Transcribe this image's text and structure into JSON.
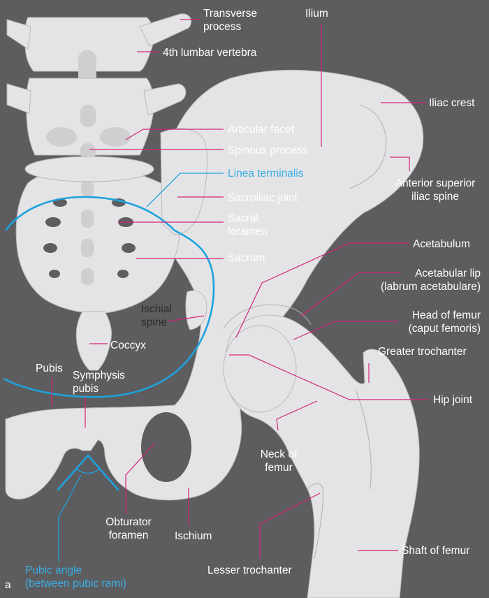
{
  "figure_letter": "a",
  "colors": {
    "background": "#5d5d5f",
    "bone": "#e4e4e6",
    "leader_line": "#d4247a",
    "highlight": "#1da2dc",
    "label_text": "#ffffff",
    "dark_label_text": "#2b2b2b"
  },
  "labels": {
    "transverse_process": [
      "Transverse",
      "process"
    ],
    "fourth_lumbar_vertebra": "4th lumbar vertebra",
    "ilium": "Ilium",
    "iliac_crest": "Iliac crest",
    "articular_facet": "Articular facet",
    "spinous_process": "Spinous process",
    "linea_terminalis": "Linea terminalis",
    "anterior_superior_iliac_spine": [
      "Anterior superior",
      "iliac spine"
    ],
    "sacroiliac_joint": "Sacroiliac joint",
    "sacral_foramen": [
      "Sacral",
      "foramen"
    ],
    "acetabulum": "Acetabulum",
    "sacrum": "Sacrum",
    "acetabular_lip": [
      "Acetabular lip",
      "(labrum acetabulare)"
    ],
    "ischial_spine": [
      "Ischial",
      "spine"
    ],
    "head_of_femur": [
      "Head of femur",
      "(caput femoris)"
    ],
    "coccyx": "Coccyx",
    "greater_trochanter": "Greater trochanter",
    "pubis": "Pubis",
    "symphysis_pubis": [
      "Symphysis",
      "pubis"
    ],
    "hip_joint": "Hip joint",
    "neck_of_femur": [
      "Neck of",
      "femur"
    ],
    "obturator_foramen": [
      "Obturator",
      "foramen"
    ],
    "ischium": "Ischium",
    "shaft_of_femur": "Shaft of femur",
    "lesser_trochanter": "Lesser trochanter",
    "pubic_angle": [
      "Pubic angle",
      "(between pubic rami)"
    ]
  }
}
